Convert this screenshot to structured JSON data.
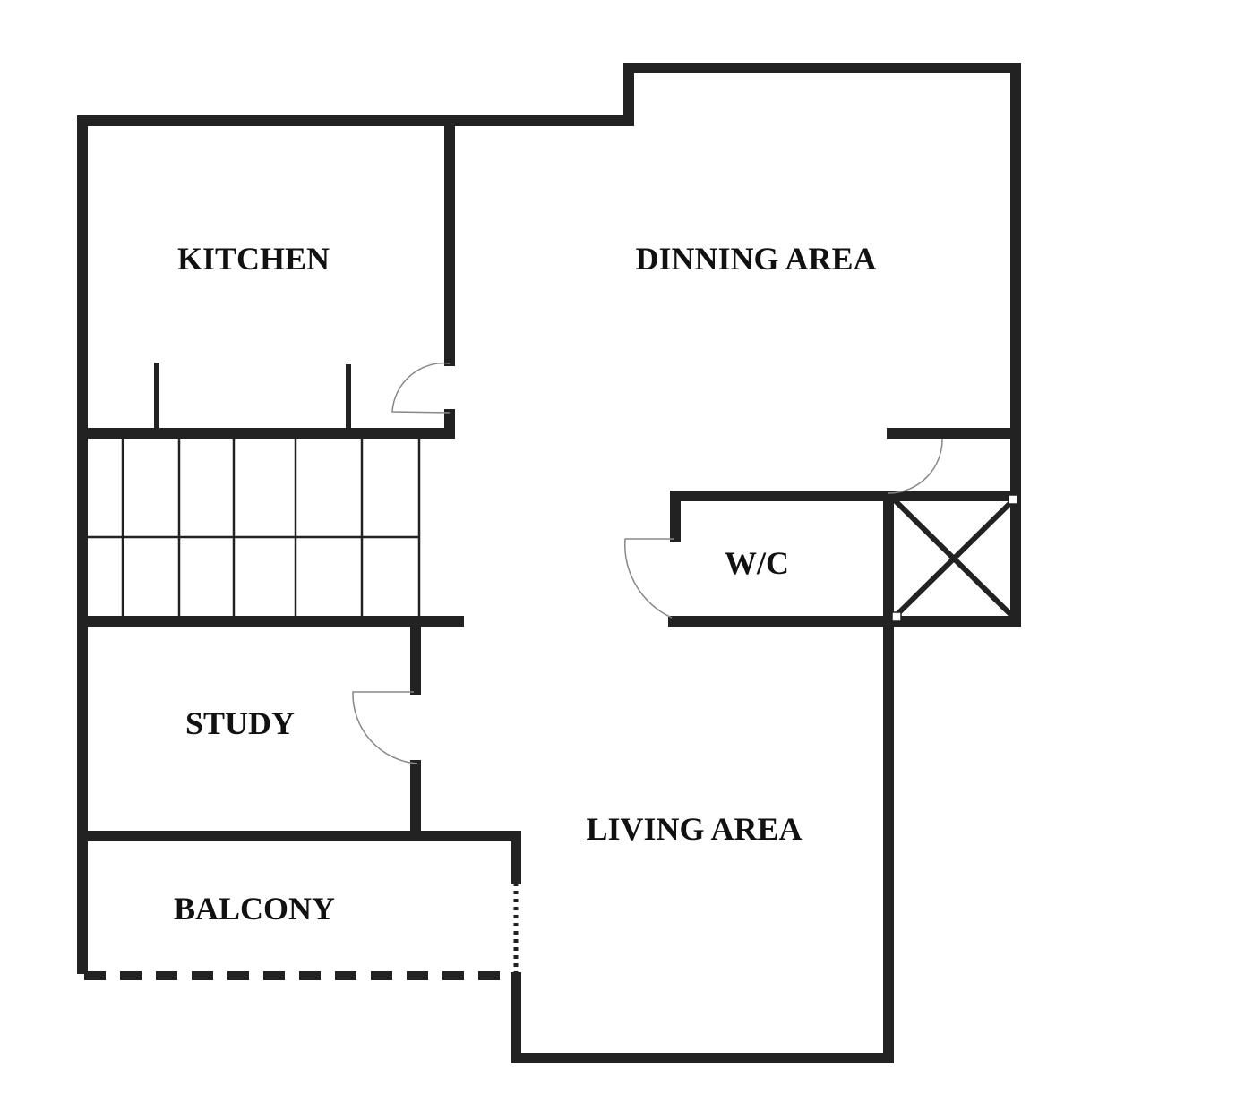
{
  "rooms": {
    "kitchen": "KITCHEN",
    "dining": "DINNING AREA",
    "wc": "W/C",
    "study": "STUDY",
    "living": "LIVING AREA",
    "balcony": "BALCONY"
  }
}
